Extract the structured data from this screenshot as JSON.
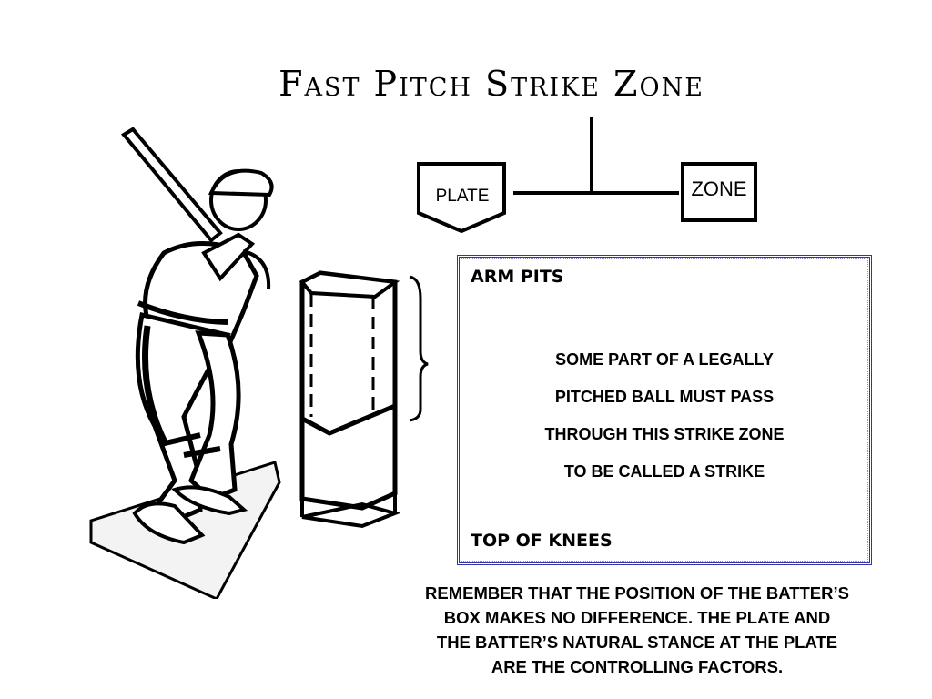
{
  "title": "Fast Pitch Strike Zone",
  "diagram": {
    "plate_label": "PLATE",
    "zone_label": "ZONE"
  },
  "info_box": {
    "top_label": "ARM PITS",
    "rule_lines": [
      "SOME PART OF A LEGALLY",
      "PITCHED BALL MUST PASS",
      "THROUGH THIS STRIKE ZONE",
      "TO BE CALLED A STRIKE"
    ],
    "bottom_label": "TOP OF KNEES"
  },
  "remember_lines": [
    "REMEMBER THAT THE POSITION OF THE BATTER’S",
    "BOX MAKES NO DIFFERENCE.  THE PLATE AND",
    "THE BATTER’S NATURAL STANCE AT THE PLATE",
    "ARE THE CONTROLLING FACTORS."
  ]
}
